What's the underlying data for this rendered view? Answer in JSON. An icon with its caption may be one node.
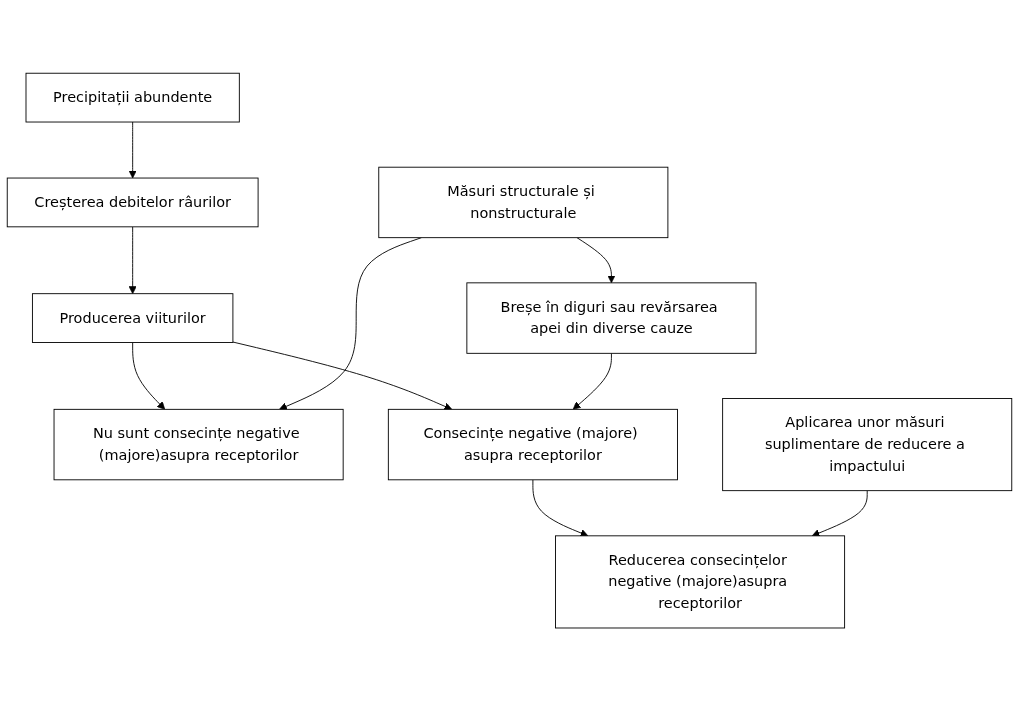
{
  "diagram": {
    "nodes": [
      {
        "text": [
          "Precipitații abundente"
        ]
      },
      {
        "text": [
          "Creșterea debitelor râurilor"
        ]
      },
      {
        "text": [
          "Producerea viiturilor"
        ]
      },
      {
        "text": [
          "Măsuri structurale și nonstructurale"
        ]
      },
      {
        "text": [
          "Nu sunt consecințe negative (majore)asupra receptorilor"
        ]
      },
      {
        "text": [
          "Breșe în diguri sau revărsarea apei din diverse cauze"
        ]
      },
      {
        "text": [
          "Consecințe negative (majore) asupra receptorilor"
        ]
      },
      {
        "text": [
          "Aplicarea unor măsuri suplimentare de reducere a impactului"
        ]
      },
      {
        "text": [
          "Reducerea consecințelor negative (majore)asupra receptorilor"
        ]
      }
    ],
    "edges": [
      {
        "from": 0,
        "to": 1,
        "arrow": "to"
      },
      {
        "from": 1,
        "to": 2,
        "arrow": "to"
      },
      {
        "from": 2,
        "to": 4,
        "arrow": "to"
      },
      {
        "from": 3,
        "to": 4,
        "arrow": "to"
      },
      {
        "from": 3,
        "to": 5,
        "arrow": "to"
      },
      {
        "from": 2,
        "to": 6,
        "arrow": "to"
      },
      {
        "from": 5,
        "to": 6,
        "arrow": "to"
      },
      {
        "from": 6,
        "to": 8,
        "arrow": "to"
      },
      {
        "from": 7,
        "to": 8,
        "arrow": "to"
      }
    ]
  }
}
